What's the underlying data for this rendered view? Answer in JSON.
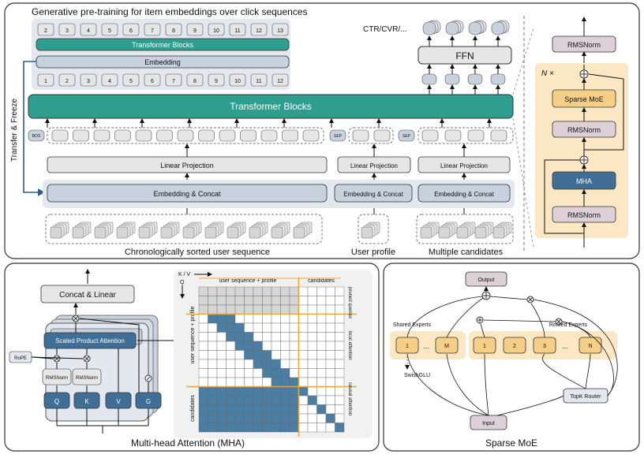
{
  "top": {
    "pretrain_title": "Generative pre-training for item embeddings over click sequences",
    "pretrain_top_tokens": [
      "2",
      "3",
      "4",
      "5",
      "6",
      "7",
      "8",
      "9",
      "10",
      "11",
      "12",
      "13"
    ],
    "pretrain_bottom_tokens": [
      "1",
      "2",
      "3",
      "4",
      "5",
      "6",
      "7",
      "8",
      "9",
      "10",
      "11",
      "12"
    ],
    "pretrain_transformer": "Transformer Blocks",
    "pretrain_embedding": "Embedding",
    "transfer_freeze": "Transfer & Freeze",
    "outputs_label": "CTR/CVR/...",
    "ffn": "FFN",
    "transformer": "Transformer Blocks",
    "bos": "BOS",
    "sep": "SEP",
    "linear_projection": "Linear Projection",
    "embedding_concat": "Embedding & Concat",
    "group_labels": [
      "Chronologically sorted user sequence",
      "User profile",
      "Multiple candidates"
    ],
    "block_detail": {
      "repeat": "N ×",
      "rmsnorm": "RMSNorm",
      "sparse_moe": "Sparse MoE",
      "mha": "MHA"
    }
  },
  "mha": {
    "title": "Multi-head Attention (MHA)",
    "concat_linear": "Concat & Linear",
    "scaled_attention": "Scaled Product Attention",
    "rope": "RoPE",
    "rmsnorm": "RMSNorm",
    "q": "Q",
    "k": "K",
    "v": "V",
    "g": "G",
    "kv_axis": "K / V",
    "q_axis": "Q",
    "col_header_seq": "user sequence + profile",
    "col_header_cand": "candidates",
    "row_header_seq": "user sequence + profile",
    "row_header_cand": "candidates",
    "region_labels": [
      "pruned queries",
      "local attention",
      "causal attention"
    ]
  },
  "moe": {
    "title": "Sparse MoE",
    "output": "Output",
    "shared_experts": "Shared Experts",
    "routed_experts": "Routed Experts",
    "shared_items": [
      "1",
      "M"
    ],
    "routed_items": [
      "1",
      "2",
      "3",
      "N"
    ],
    "ellipsis": "...",
    "swiglu": "SwishGLU",
    "router": "TopK Router",
    "input": "Input"
  },
  "colors": {
    "teal": "#2e9e8e",
    "grey_box": "#e6e6e6",
    "embed": "#c7d2de",
    "blue_dark": "#3f6f96",
    "cell_fill": "#4a7fa3",
    "cell_grey": "#d6d6d6",
    "orange_bg": "#fbe7c4",
    "orange_box": "#f6cf86",
    "orange_line": "#e8a53a",
    "pink_box": "#ddd0d6"
  },
  "matrix": {
    "size": 16,
    "seq_len": 11,
    "pruned_rows": 3,
    "local_window": 2
  }
}
